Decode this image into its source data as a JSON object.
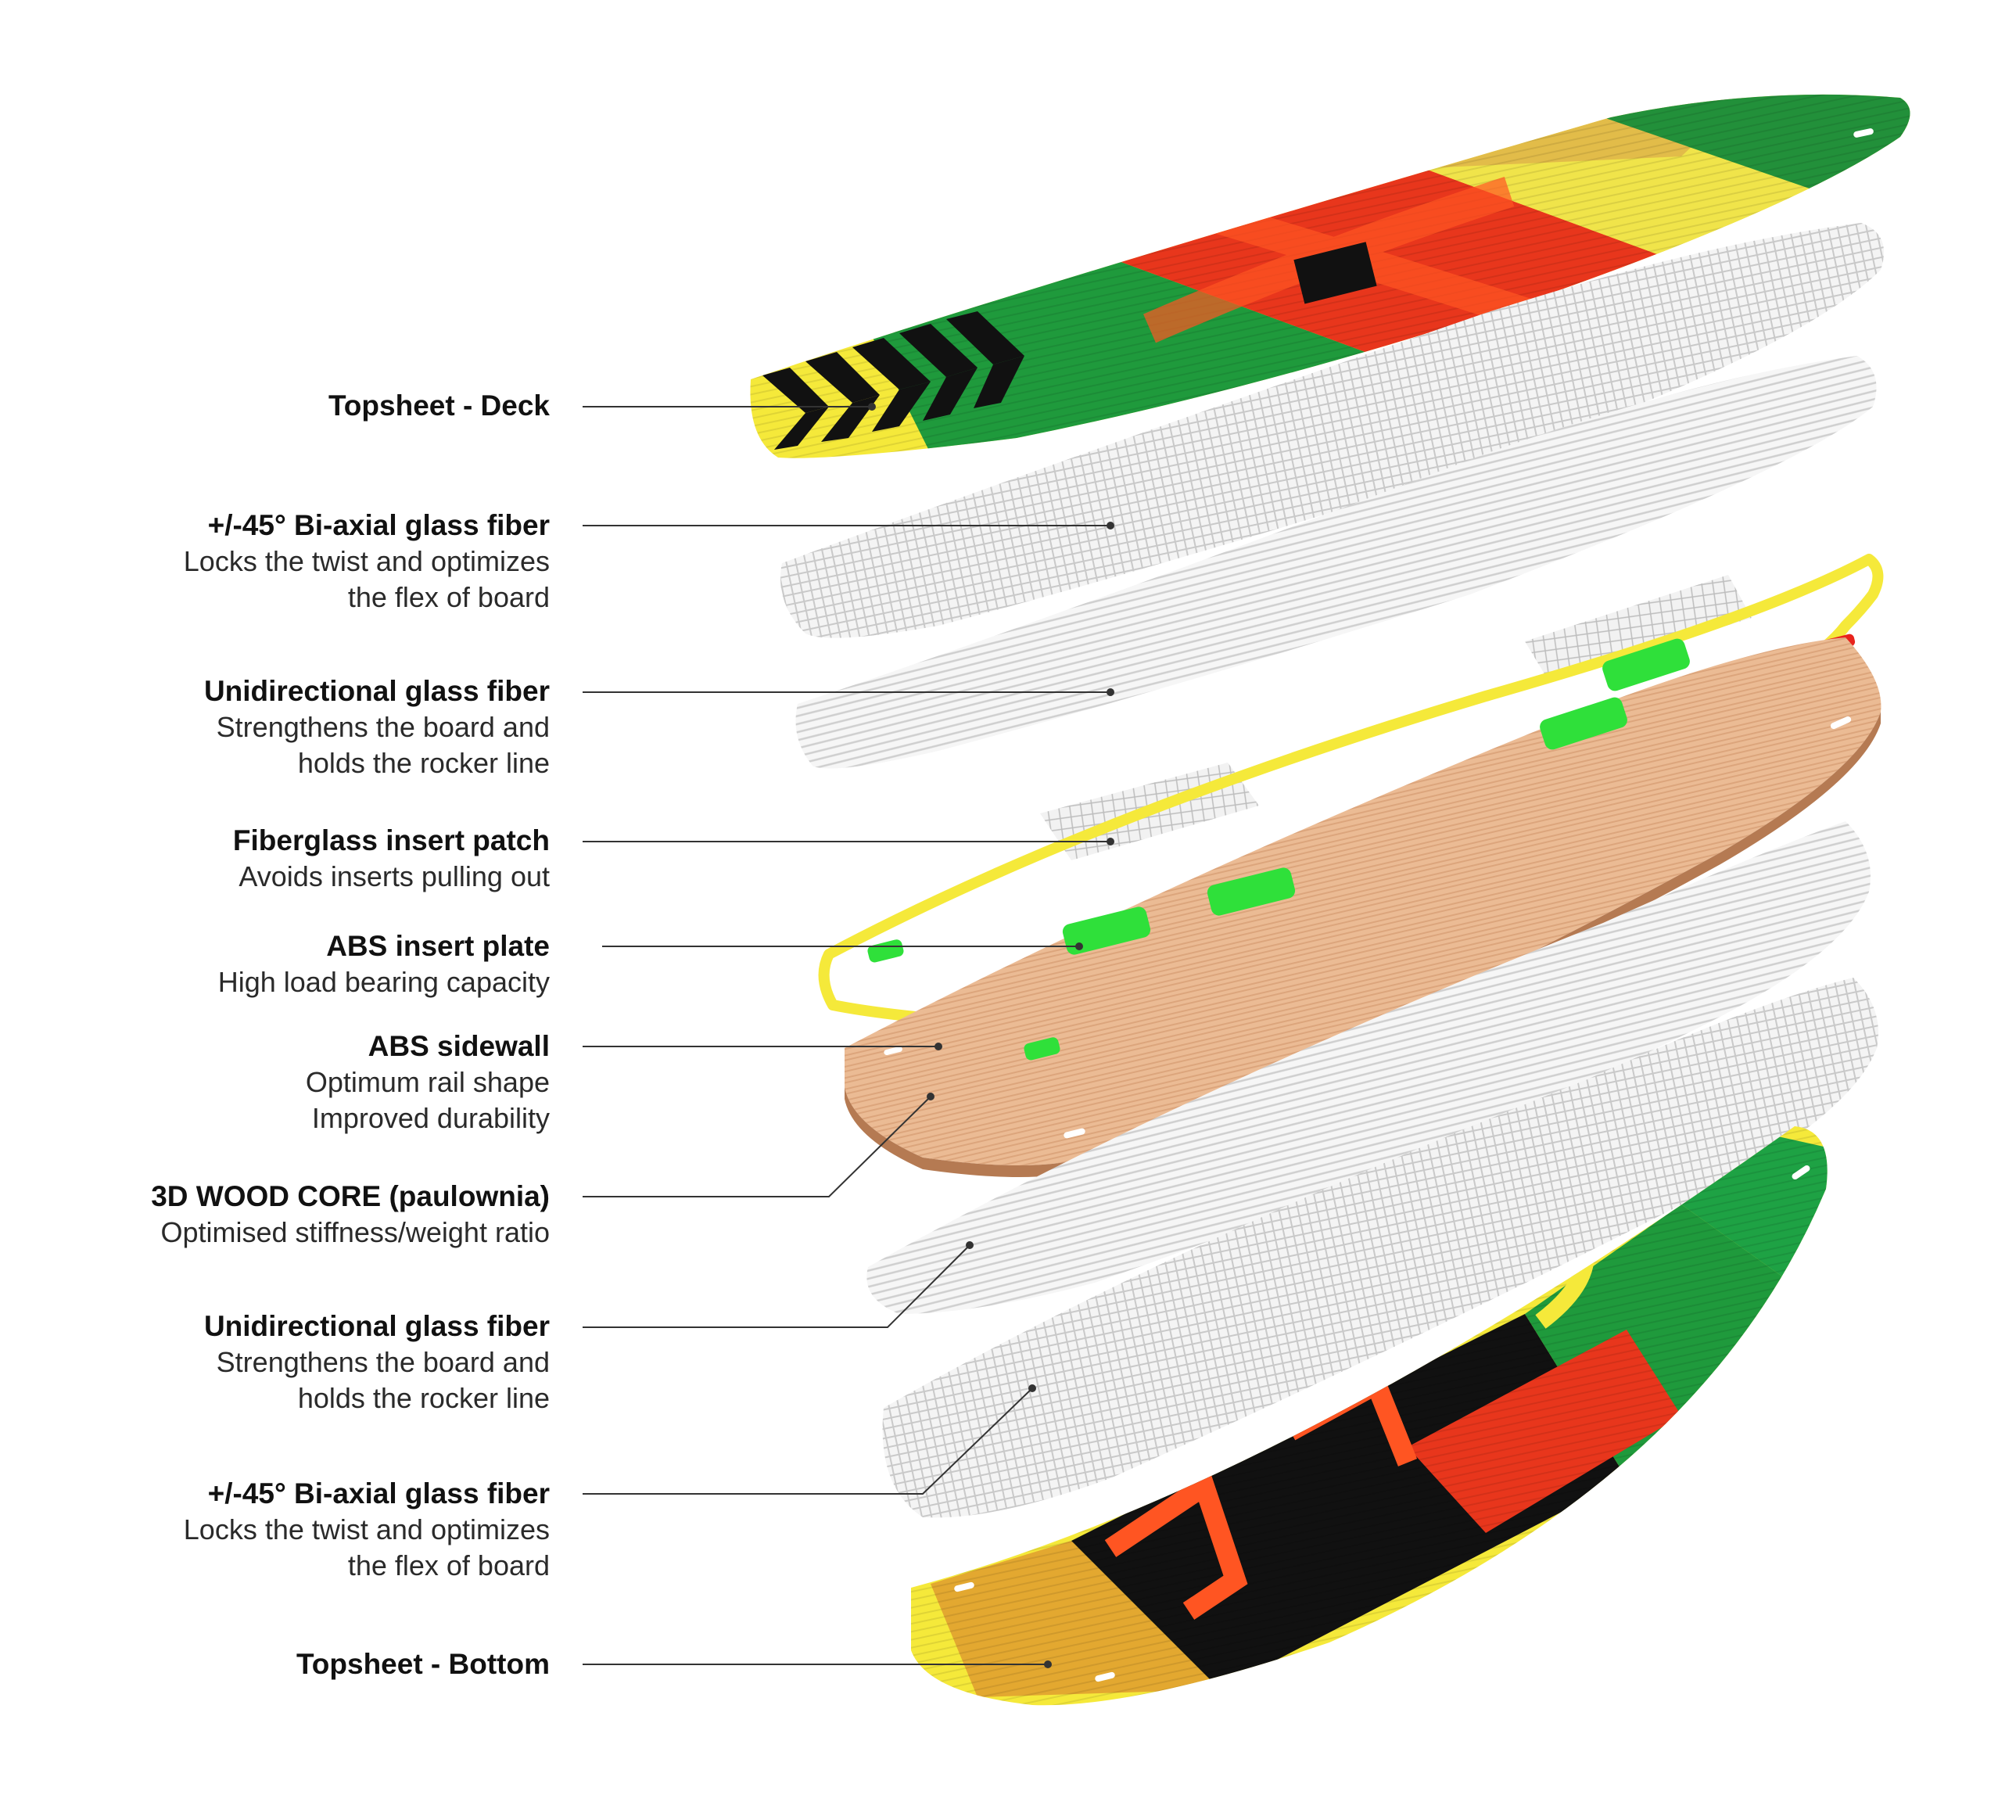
{
  "labels": [
    {
      "title": "Topsheet - Deck",
      "lines": []
    },
    {
      "title": "+/-45° Bi-axial glass fiber",
      "lines": [
        "Locks the twist and optimizes",
        "the flex of board"
      ]
    },
    {
      "title": "Unidirectional glass fiber",
      "lines": [
        "Strengthens the board and",
        "holds the rocker line"
      ]
    },
    {
      "title": "Fiberglass insert patch",
      "lines": [
        "Avoids inserts pulling out"
      ]
    },
    {
      "title": "ABS insert plate",
      "lines": [
        "High load bearing capacity"
      ]
    },
    {
      "title": "ABS sidewall",
      "lines": [
        "Optimum rail shape",
        "Improved durability"
      ]
    },
    {
      "title": "3D WOOD CORE (paulownia)",
      "lines": [
        "Optimised stiffness/weight ratio"
      ]
    },
    {
      "title": "Unidirectional glass fiber",
      "lines": [
        "Strengthens the board and",
        "holds the rocker line"
      ]
    },
    {
      "title": "+/-45° Bi-axial glass fiber",
      "lines": [
        "Locks the twist and optimizes",
        "the flex of board"
      ]
    },
    {
      "title": "Topsheet - Bottom",
      "lines": []
    }
  ],
  "colors": {
    "yellow": "#f5e93a",
    "green": "#1f9a3c",
    "red": "#e8361c",
    "wood": "#e6b48c",
    "insert_green": "#2fe03a",
    "fiber": "#d8d8d8",
    "black": "#111111"
  }
}
